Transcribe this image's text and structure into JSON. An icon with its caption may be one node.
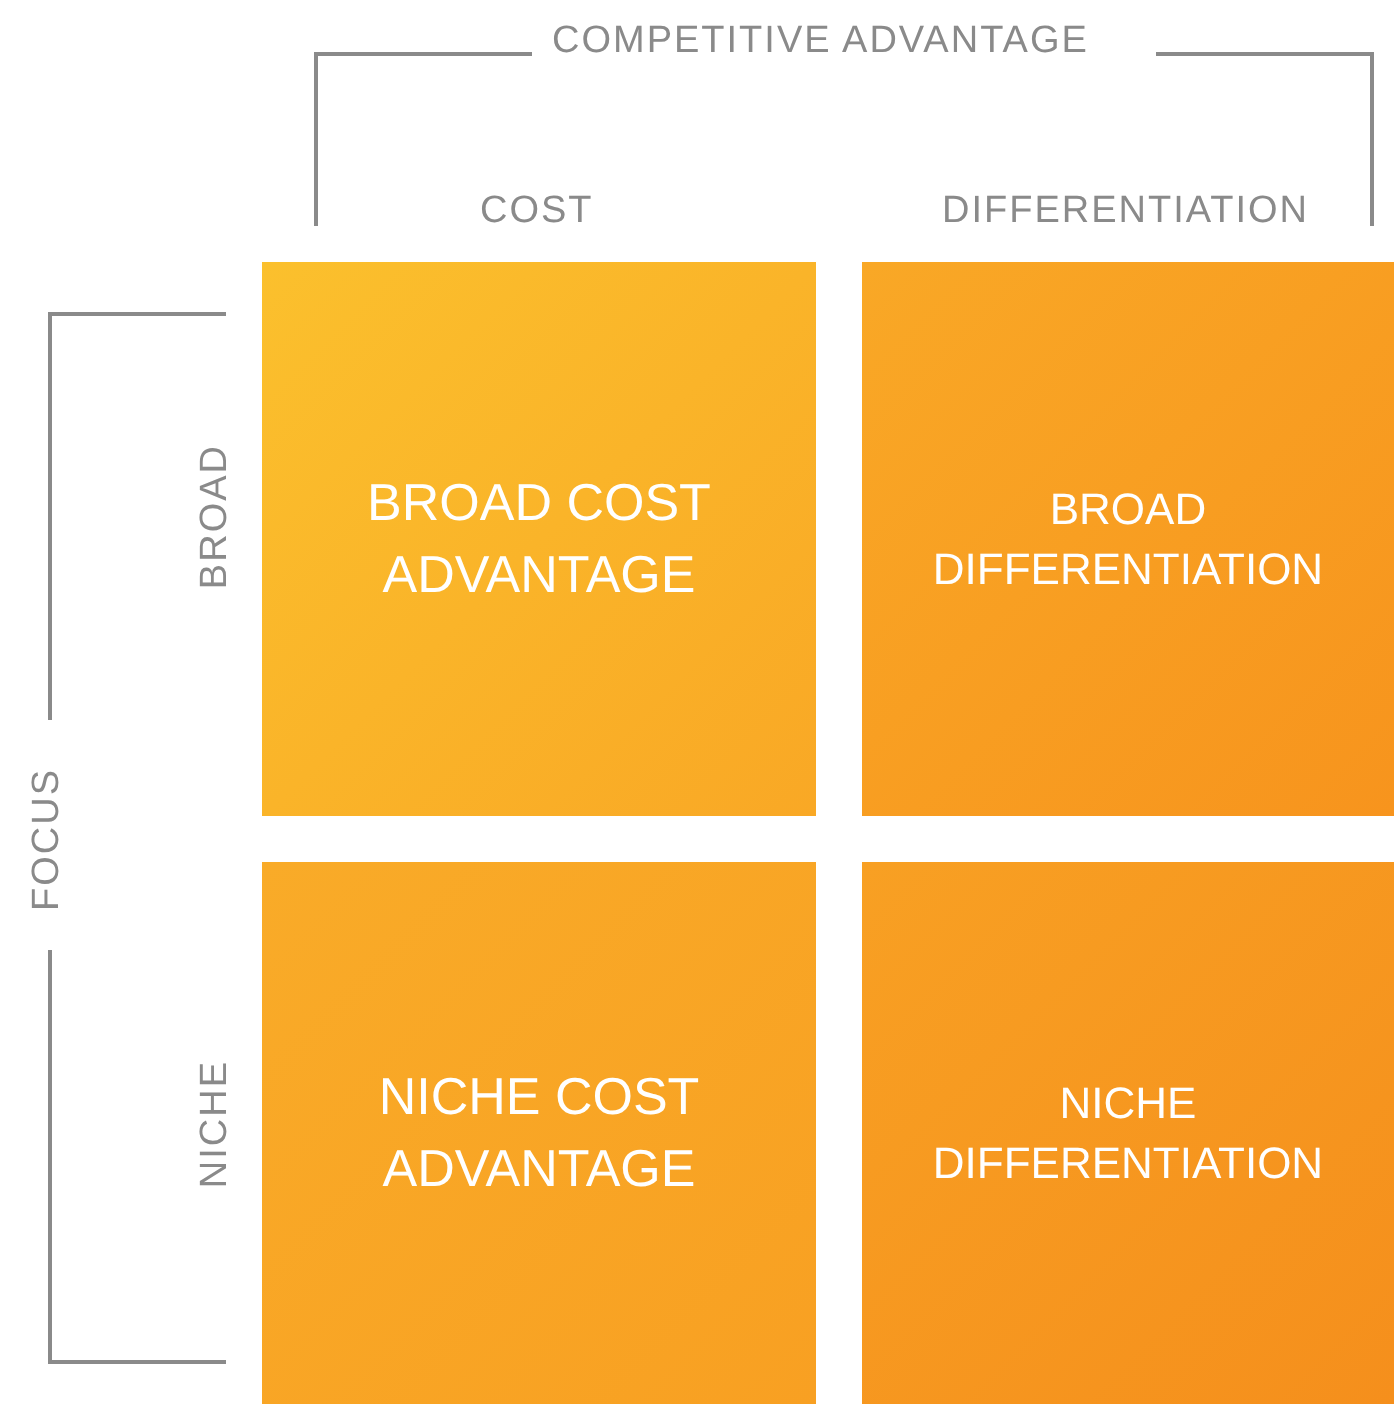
{
  "diagram": {
    "nodes": [
      {
        "text": [
          "BROAD COST ADVANTAGE"
        ]
      },
      {
        "text": [
          "BROAD DIFFERENTIATION"
        ]
      },
      {
        "text": [
          "NICHE COST ADVANTAGE"
        ]
      },
      {
        "text": [
          "NICHE DIFFERENTIATION"
        ]
      }
    ],
    "labels": [
      "COMPETITIVE ADVANTAGE",
      "COST",
      "DIFFERENTIATION",
      "FOCUS",
      "BROAD",
      "NICHE"
    ]
  }
}
